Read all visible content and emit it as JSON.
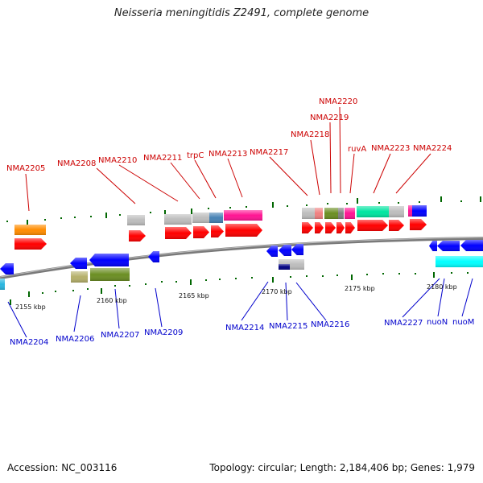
{
  "title": "Neisseria meningitidis Z2491, complete genome",
  "footer": {
    "accession": "Accession: NC_003116",
    "stats": "Topology: circular; Length: 2,184,406 bp; Genes: 1,979"
  },
  "colors": {
    "leader_top": "#cc0000",
    "leader_bottom": "#0000cc",
    "backbone": "#808080",
    "tick": "#006600"
  },
  "scale_labels": [
    "2155 kbp",
    "2160 kbp",
    "2165 kbp",
    "2170 kbp",
    "2175 kbp",
    "2180 kbp"
  ],
  "top_gene_labels": [
    "NMA2205",
    "NMA2208",
    "NMA2210",
    "NMA2211",
    "trpC",
    "NMA2213",
    "NMA2217",
    "NMA2218",
    "NMA2219",
    "NMA2220",
    "ruvA",
    "NMA2223",
    "NMA2224"
  ],
  "bottom_gene_labels": [
    "NMA2204",
    "NMA2206",
    "NMA2207",
    "NMA2209",
    "NMA2214",
    "NMA2215",
    "NMA2216",
    "NMA2227",
    "nuoN",
    "nuoM"
  ]
}
